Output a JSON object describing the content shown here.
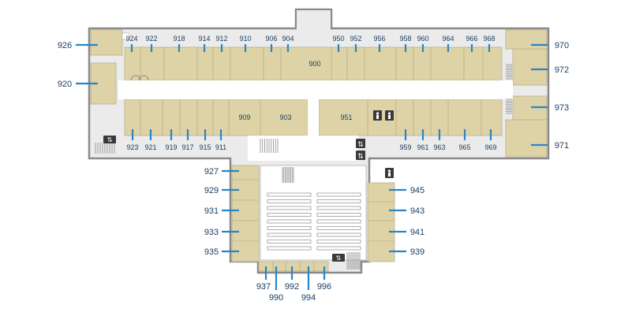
{
  "colors": {
    "wall": "#8a8a8a",
    "room": "#ddd3a6",
    "corridor": "#ebebeb",
    "hall": "#ffffff",
    "callout": "#2a85c5",
    "label": "#1d3f63"
  },
  "icons": {
    "elevator": "elevator-icon",
    "restroom": "restroom-icon",
    "stairs": "stairs-icon"
  },
  "rooms": {
    "r900": "900",
    "r903": "903",
    "r909": "909",
    "r951": "951",
    "r904": "904",
    "r906": "906",
    "r910": "910",
    "r912": "912",
    "r914": "914",
    "r918": "918",
    "r922": "922",
    "r924": "924",
    "r911": "911",
    "r915": "915",
    "r917": "917",
    "r919": "919",
    "r921": "921",
    "r923": "923",
    "r950": "950",
    "r952": "952",
    "r956": "956",
    "r958": "958",
    "r960": "960",
    "r964": "964",
    "r966": "966",
    "r968": "968",
    "r959": "959",
    "r961": "961",
    "r963": "963",
    "r965": "965",
    "r969": "969",
    "r926": "926",
    "r920": "920",
    "r970": "970",
    "r972": "972",
    "r973": "973",
    "r971": "971",
    "r927": "927",
    "r929": "929",
    "r931": "931",
    "r933": "933",
    "r935": "935",
    "r945": "945",
    "r943": "943",
    "r941": "941",
    "r939": "939",
    "r937": "937",
    "r990": "990",
    "r992": "992",
    "r994": "994",
    "r996": "996"
  }
}
